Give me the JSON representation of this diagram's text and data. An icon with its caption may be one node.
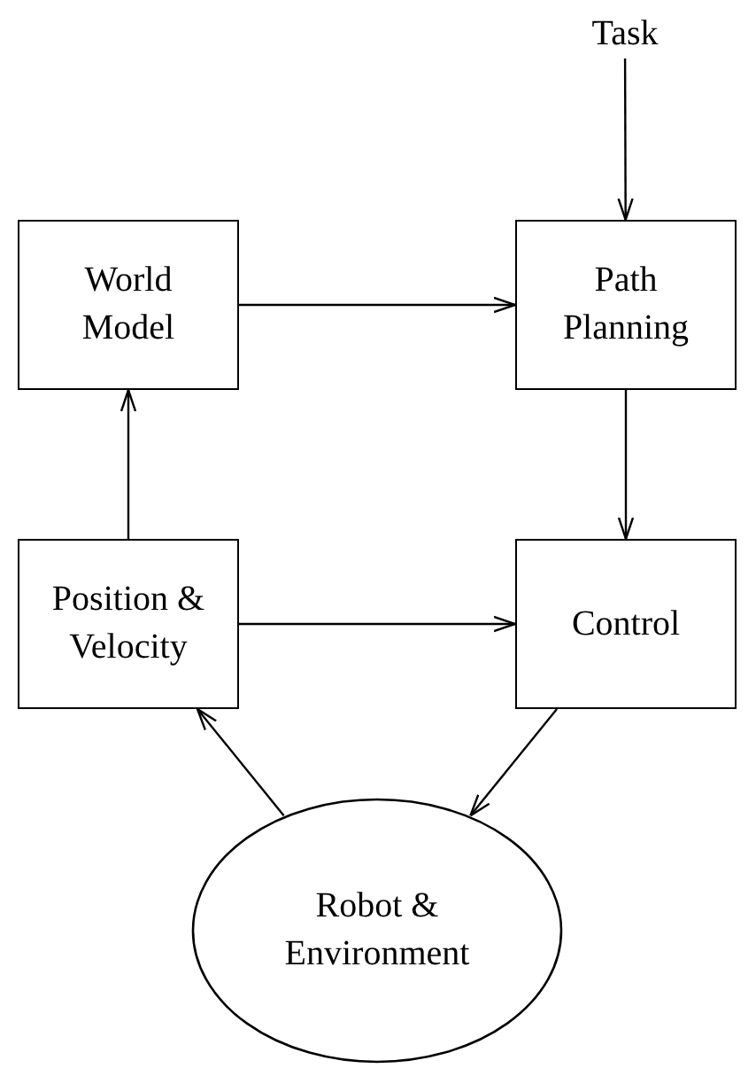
{
  "diagram": {
    "nodes": [
      {
        "text": [
          "Task"
        ]
      },
      {
        "text": [
          "World Model"
        ]
      },
      {
        "text": [
          "Path Planning"
        ]
      },
      {
        "text": [
          "Position & Velocity"
        ]
      },
      {
        "text": [
          "Control"
        ]
      },
      {
        "text": [
          "Robot & Environment"
        ]
      }
    ],
    "edges": [
      {
        "from": 0,
        "to": 2,
        "arrow": "to"
      },
      {
        "from": 1,
        "to": 2,
        "arrow": "to"
      },
      {
        "from": 2,
        "to": 4,
        "arrow": "to"
      },
      {
        "from": 3,
        "to": 1,
        "arrow": "to"
      },
      {
        "from": 3,
        "to": 4,
        "arrow": "to"
      },
      {
        "from": 4,
        "to": 5,
        "arrow": "to"
      },
      {
        "from": 5,
        "to": 3,
        "arrow": "to"
      }
    ]
  }
}
